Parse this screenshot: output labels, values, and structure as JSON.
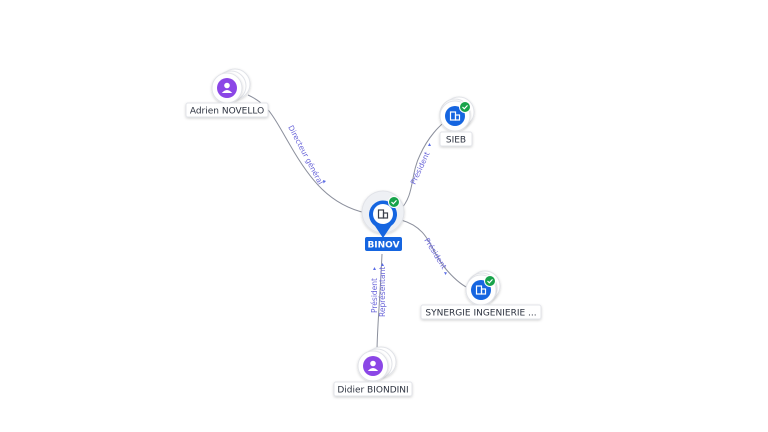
{
  "center": {
    "label": "BINOV",
    "icon": "building-icon",
    "badge": "check-icon"
  },
  "people": [
    {
      "label": "Adrien NOVELLO",
      "icon": "person-icon"
    },
    {
      "label": "Didier BIONDINI",
      "icon": "person-icon"
    }
  ],
  "companies": [
    {
      "label": "SIEB",
      "icon": "building-icon",
      "badge": "check-icon"
    },
    {
      "label": "SYNERGIE INGENIERIE ...",
      "icon": "building-icon",
      "badge": "check-icon"
    }
  ],
  "edges": [
    {
      "label": "Directeur général"
    },
    {
      "label": "Président"
    },
    {
      "label": "Président"
    },
    {
      "label": "Président Représentant"
    }
  ],
  "colors": {
    "person": "#8b46e6",
    "company": "#1565e0",
    "badge": "#17a34a",
    "edge_label": "#6a66d9"
  }
}
